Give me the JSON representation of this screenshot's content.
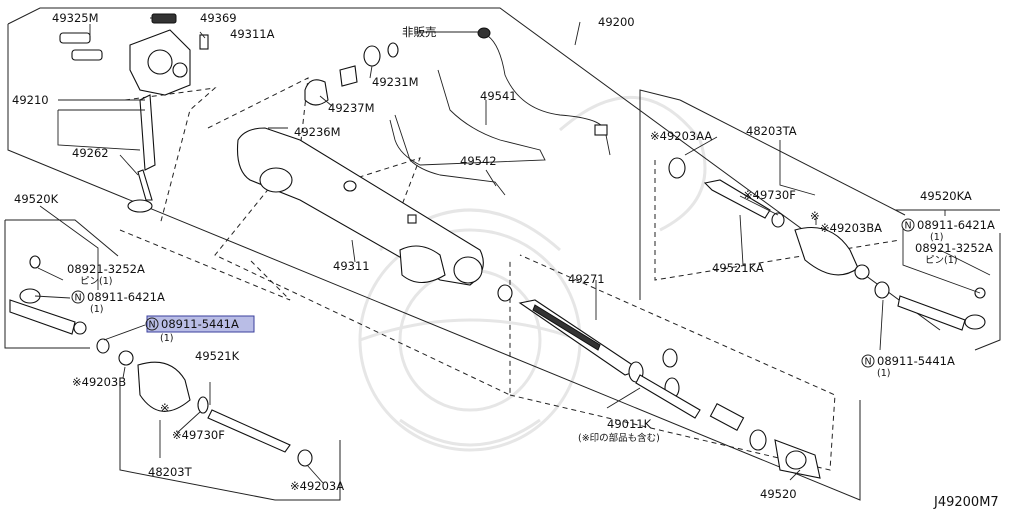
{
  "labels": {
    "p49325M": "49325M",
    "p49369": "49369",
    "p49311A": "49311A",
    "p49210": "49210",
    "p49262": "49262",
    "hihanbai": "非販売",
    "p49200": "49200",
    "p49231M": "49231M",
    "p49237M": "49237M",
    "p49236M": "49236M",
    "p49541": "49541",
    "p49542": "49542",
    "p49311": "49311",
    "p49271": "49271",
    "p49011K": "49011K",
    "p49011K_note": "(※印の部品も含む)",
    "p49520": "49520",
    "p48203TA": "48203TA",
    "p49203AA": "※49203AA",
    "p49730F_r": "※49730F",
    "p49203BA": "※49203BA",
    "p49521KA": "49521KA",
    "p49520KA": "49520KA",
    "r_n1": "08911-6421A",
    "r_n1_qty": "(1)",
    "r_pin": "08921-3252A",
    "r_pin_qty": "ピン(1)",
    "r_n2": "08911-5441A",
    "r_n2_qty": "(1)",
    "p49520K": "49520K",
    "l_pin": "08921-3252A",
    "l_pin_qty": "ピン(1)",
    "l_n1": "08911-6421A",
    "l_n1_qty": "(1)",
    "l_n2": "08911-5441A",
    "l_n2_qty": "(1)",
    "p49203B": "※49203B",
    "p49521K": "49521K",
    "star_mark": "※",
    "p49730F_l": "※49730F",
    "p48203T": "48203T",
    "p49203A": "※49203A",
    "n_circle": "N",
    "diagram_code": "J49200M7"
  },
  "colors": {
    "line": "#222222",
    "highlight_fill": "#b9bde6",
    "highlight_border": "#3a3f9c",
    "watermark": "#e6e6e6"
  }
}
